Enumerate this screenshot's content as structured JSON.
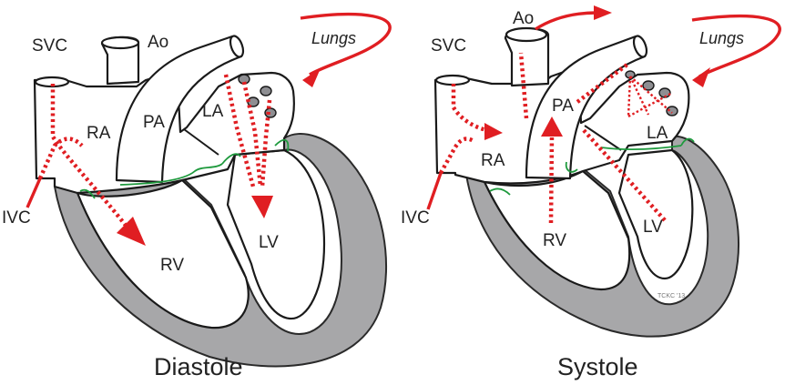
{
  "diastole": {
    "caption": "Diastole",
    "labels": {
      "svc": "SVC",
      "ao": "Ao",
      "ra": "RA",
      "pa": "PA",
      "la": "LA",
      "ivc": "IVC",
      "rv": "RV",
      "lv": "LV",
      "lungs": "Lungs"
    }
  },
  "systole": {
    "caption": "Systole",
    "labels": {
      "svc": "SVC",
      "ao": "Ao",
      "ra": "RA",
      "pa": "PA",
      "la": "LA",
      "ivc": "IVC",
      "rv": "RV",
      "lv": "LV",
      "lungs": "Lungs"
    },
    "signature": "TCKC '13"
  },
  "colors": {
    "flow": "#e01e22",
    "myocardium": "#a7a7a9",
    "valve": "#1f9a3e",
    "outline": "#1a1a1a"
  }
}
